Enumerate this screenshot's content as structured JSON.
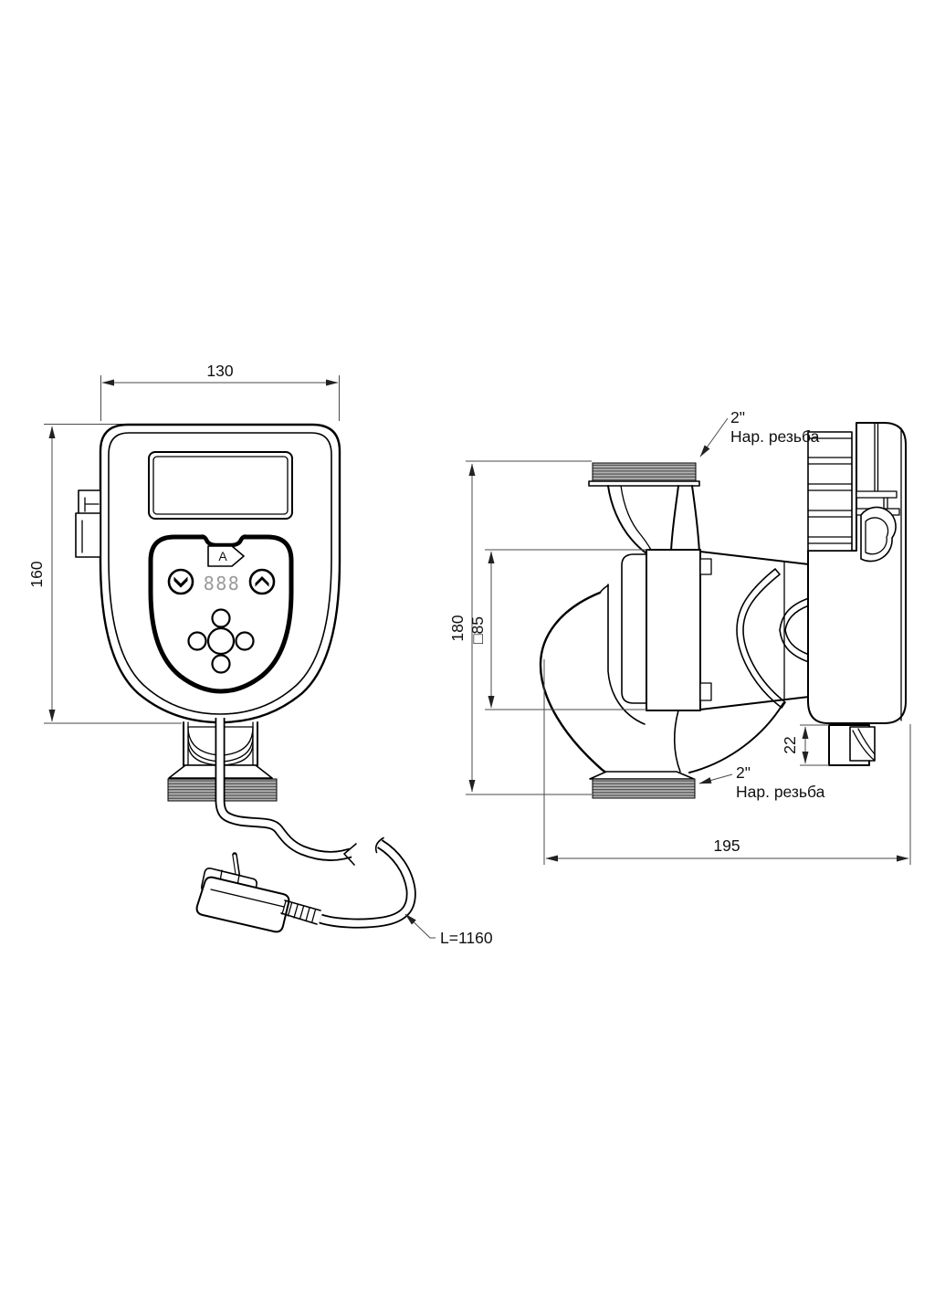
{
  "colors": {
    "background": "#ffffff",
    "line": "#000000",
    "dimension_line": "#4a4a4a",
    "thread_fill": "#b3b3b3",
    "thread_stripe": "#555555",
    "display_digits": "#9a9a9a"
  },
  "front_view": {
    "width_dim": "130",
    "height_dim": "160",
    "mode_label": "A",
    "digits": "888"
  },
  "cable": {
    "length_label": "L=1160"
  },
  "side_view": {
    "height_dim": "180",
    "motor_dim": "□85",
    "gland_dim": "22",
    "length_dim": "195",
    "top_port": {
      "size": "2\"",
      "thread_type": "Нар. резьба"
    },
    "bottom_port": {
      "size": "2\"",
      "thread_type": "Нар. резьба"
    }
  }
}
